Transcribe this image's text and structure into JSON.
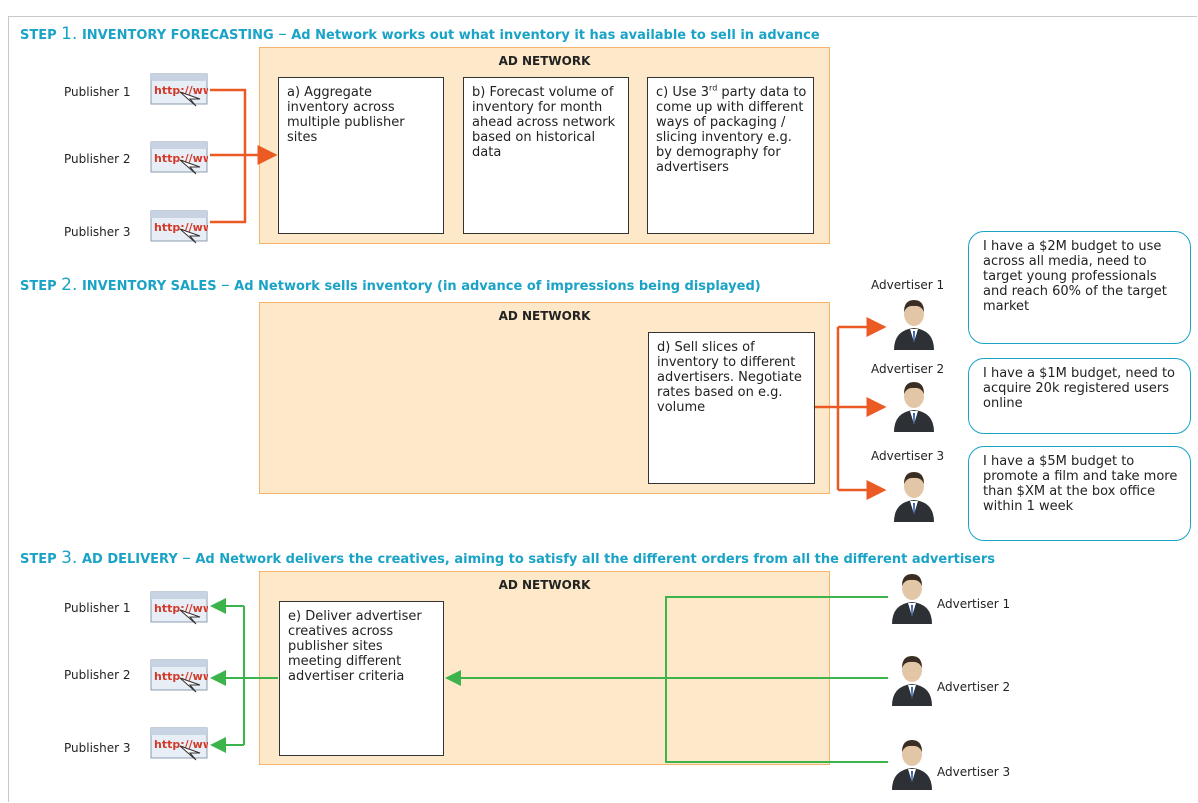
{
  "step1": {
    "label": "STEP",
    "number": "1.",
    "heading": "INVENTORY FORECASTING",
    "dash": "–",
    "desc": "Ad Network works out what inventory it has available to sell in advance",
    "network": "AD NETWORK",
    "box_a": "a) Aggregate inventory across multiple publisher sites",
    "box_b": "b) Forecast volume of inventory for month ahead across network based on historical data",
    "box_c_pre": "c) Use 3",
    "box_c_sup": "rd",
    "box_c_post": " party data to come up with different ways of packaging / slicing inventory e.g. by demography for advertisers",
    "publishers": [
      "Publisher 1",
      "Publisher 2",
      "Publisher 3"
    ]
  },
  "step2": {
    "label": "STEP",
    "number": "2.",
    "heading": "INVENTORY SALES",
    "dash": "–",
    "desc": "Ad Network sells inventory (in advance of impressions being displayed)",
    "network": "AD NETWORK",
    "box_d": "d) Sell slices of inventory to different advertisers. Negotiate rates based on e.g. volume",
    "advertisers": [
      "Advertiser 1",
      "Advertiser 2",
      "Advertiser 3"
    ],
    "bubbles": [
      "I have a $2M budget to use across all media, need to target young professionals and reach 60% of the target market",
      "I have a $1M budget, need to acquire 20k registered users online",
      "I have a $5M budget to promote a film and take more than $XM at the box office within 1 week"
    ]
  },
  "step3": {
    "label": "STEP",
    "number": "3.",
    "heading": "AD DELIVERY",
    "dash": "–",
    "desc": "Ad Network delivers the creatives, aiming to satisfy all the different orders from all the different advertisers",
    "network": "AD NETWORK",
    "box_e": "e) Deliver advertiser creatives across publisher sites meeting different advertiser criteria",
    "publishers": [
      "Publisher 1",
      "Publisher 2",
      "Publisher 3"
    ],
    "advertisers": [
      "Advertiser 1",
      "Advertiser 2",
      "Advertiser 3"
    ]
  },
  "colors": {
    "title": "#1aa3c6",
    "network_fill": "#fde9c9",
    "network_border": "#f3b36b",
    "orange_arrow": "#ec5a24",
    "green_arrow": "#3cb44b",
    "bubble_border": "#1aa3c6"
  },
  "icons": {
    "publisher": "web-browser-icon",
    "advertiser": "businessman-icon"
  }
}
